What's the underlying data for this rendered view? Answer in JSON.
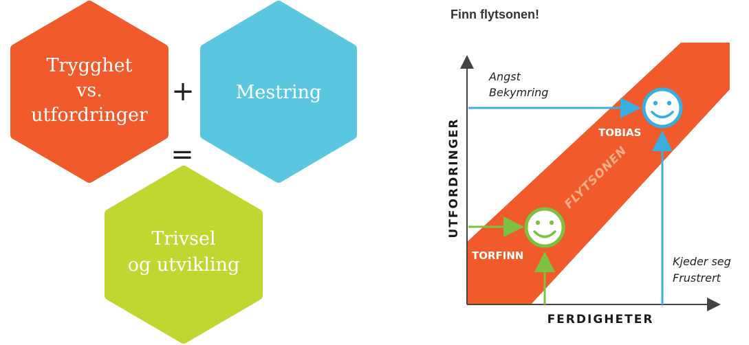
{
  "hexagons": {
    "trygghet": {
      "lines": [
        "Trygghet",
        "vs.",
        "utfordringer"
      ],
      "color": "#f15a2b"
    },
    "mestring": {
      "lines": [
        "Mestring"
      ],
      "color": "#5bc6df"
    },
    "trivsel": {
      "lines": [
        "Trivsel",
        "og utvikling"
      ],
      "color": "#c1d631"
    }
  },
  "operators": {
    "plus": "+",
    "equals": "="
  },
  "diagram": {
    "title": "Finn flytsonen!",
    "y_axis_label": "UTFORDRINGER",
    "x_axis_label": "FERDIGHETER",
    "band_label": "FLYTSONEN",
    "top_note": [
      "Angst",
      "Bekymring"
    ],
    "bottom_note": [
      "Kjeder seg",
      "Frustrert"
    ],
    "persons": {
      "tobias": {
        "name": "TOBIAS",
        "color": "#3aaee0"
      },
      "torfinn": {
        "name": "TORFINN",
        "color": "#7dc142"
      }
    },
    "colors": {
      "band": "#f15a2b",
      "axis": "#444444"
    }
  }
}
